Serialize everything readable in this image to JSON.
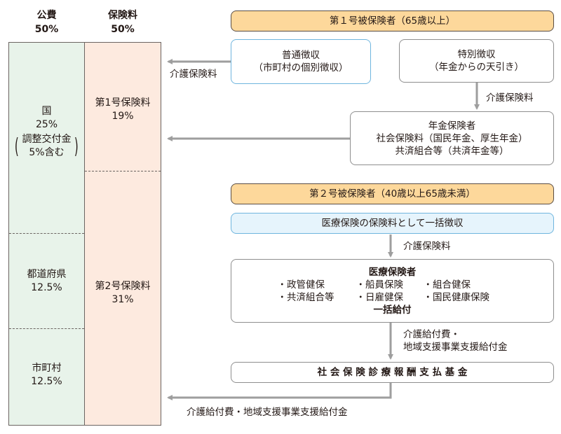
{
  "headers": {
    "public": {
      "name": "公費",
      "pct": "50%"
    },
    "premium": {
      "name": "保険料",
      "pct": "50%"
    }
  },
  "public_column": {
    "national": {
      "name": "国",
      "pct": "25%",
      "note_line1": "調整交付金",
      "note_line2": "5%含む"
    },
    "prefecture": {
      "name": "都道府県",
      "pct": "12.5%"
    },
    "municipality": {
      "name": "市町村",
      "pct": "12.5%"
    }
  },
  "premium_column": {
    "first": {
      "name": "第1号保険料",
      "pct": "19%"
    },
    "second": {
      "name": "第2号保険料",
      "pct": "31%"
    }
  },
  "flow": {
    "insured1": "第１号被保険者（65歳以上）",
    "normal_collection": {
      "line1": "普通徴収",
      "line2": "（市町村の個別徴収）"
    },
    "special_collection": {
      "line1": "特別徴収",
      "line2": "（年金からの天引き）"
    },
    "label_premium_left": "介護保険料",
    "label_premium_right": "介護保険料",
    "pension_insurer": {
      "line1": "年金保険者",
      "line2": "社会保険料（国民年金、厚生年金）",
      "line3": "共済組合等（共済年金等）"
    },
    "insured2": "第２号被保険者（40歳以上65歳未満）",
    "medical_collection": "医療保険の保険料として一括徴収",
    "label_premium_mid": "介護保険料",
    "medical_insurer": {
      "title": "医療保険者",
      "items": [
        "・政管健保",
        "・船員保険",
        "・組合健保",
        "・共済組合等",
        "・日雇健保",
        "・国民健康保険"
      ],
      "footer": "一括給付"
    },
    "label_benefit_line1": "介護給付費・",
    "label_benefit_line2": "地域支援事業支援給付金",
    "fund": "社 会 保 険 診 療 報 酬 支 払 基 金",
    "label_bottom": "介護給付費・地域支援事業支援給付金"
  },
  "colors": {
    "public_fill": "#e8f3ea",
    "premium_fill": "#fdeadf",
    "insured_fill": "#fdd89b",
    "blue_border": "#6fb5de",
    "blue_fill": "#e6f4fc",
    "arrow": "#9e9e9e"
  }
}
